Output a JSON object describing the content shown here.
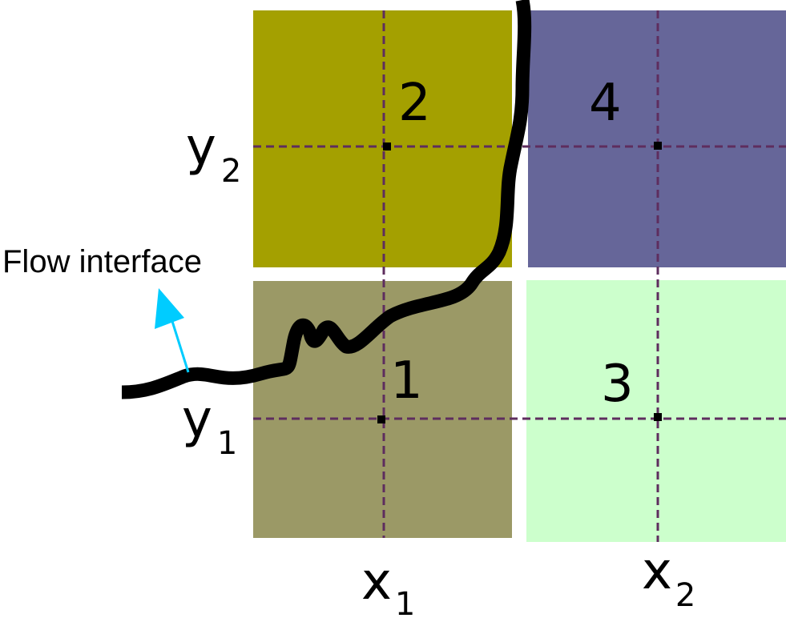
{
  "cells": [
    {
      "id": "cell-1",
      "number": "1",
      "color": "#9b9966"
    },
    {
      "id": "cell-2",
      "number": "2",
      "color": "#a4a000"
    },
    {
      "id": "cell-3",
      "number": "3",
      "color": "#ccffcc"
    },
    {
      "id": "cell-4",
      "number": "4",
      "color": "#666699"
    }
  ],
  "axes": {
    "x1": {
      "main": "x",
      "sub": "1"
    },
    "x2": {
      "main": "x",
      "sub": "2"
    },
    "y1": {
      "main": "y",
      "sub": "1"
    },
    "y2": {
      "main": "y",
      "sub": "2"
    }
  },
  "flow_interface": {
    "label": "Flow interface",
    "arrow_color": "#00ccff",
    "line_color": "#000000"
  },
  "grid_line_color": "#5e2d5e"
}
